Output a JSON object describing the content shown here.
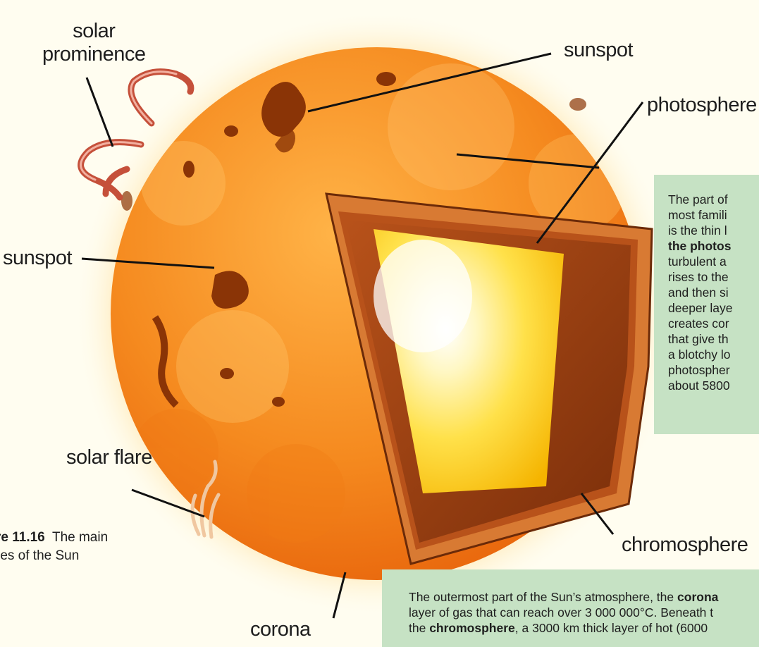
{
  "labels": {
    "solar_prominence": [
      "solar",
      "prominence"
    ],
    "sunspot_top": "sunspot",
    "photosphere": "photosphere",
    "sunspot_left": "sunspot",
    "solar_flare": "solar flare",
    "chromosphere": "chromosphere",
    "corona": "corona"
  },
  "photosphere_panel": {
    "lines": [
      "The part of",
      "most famili",
      "is the thin l",
      "the photos",
      "turbulent a",
      "rises to the",
      "and then si",
      "deeper laye",
      "creates cor",
      "that give th",
      "a blotchy lo",
      "photospher",
      "about 5800"
    ]
  },
  "corona_panel": {
    "line1": {
      "pre": "The outermost part of the Sun’s atmosphere, the ",
      "bold": "corona"
    },
    "line2": "layer of gas that can reach over 3 000 000°C. Beneath t",
    "line3": {
      "pre": "the ",
      "bold": "chromosphere",
      "post": ", a 3000 km thick layer of hot (6000"
    }
  },
  "caption": {
    "fig": "re 11.16",
    "line1_rest": "  The main",
    "line2": "res of the Sun"
  },
  "colors": {
    "background": "#fffdf0",
    "sun_light": "#ffb347",
    "sun_dark": "#e8650c",
    "core_yellow": "#ffe14a",
    "panel_green": "#c6e2c4",
    "leader_line": "#111111"
  }
}
